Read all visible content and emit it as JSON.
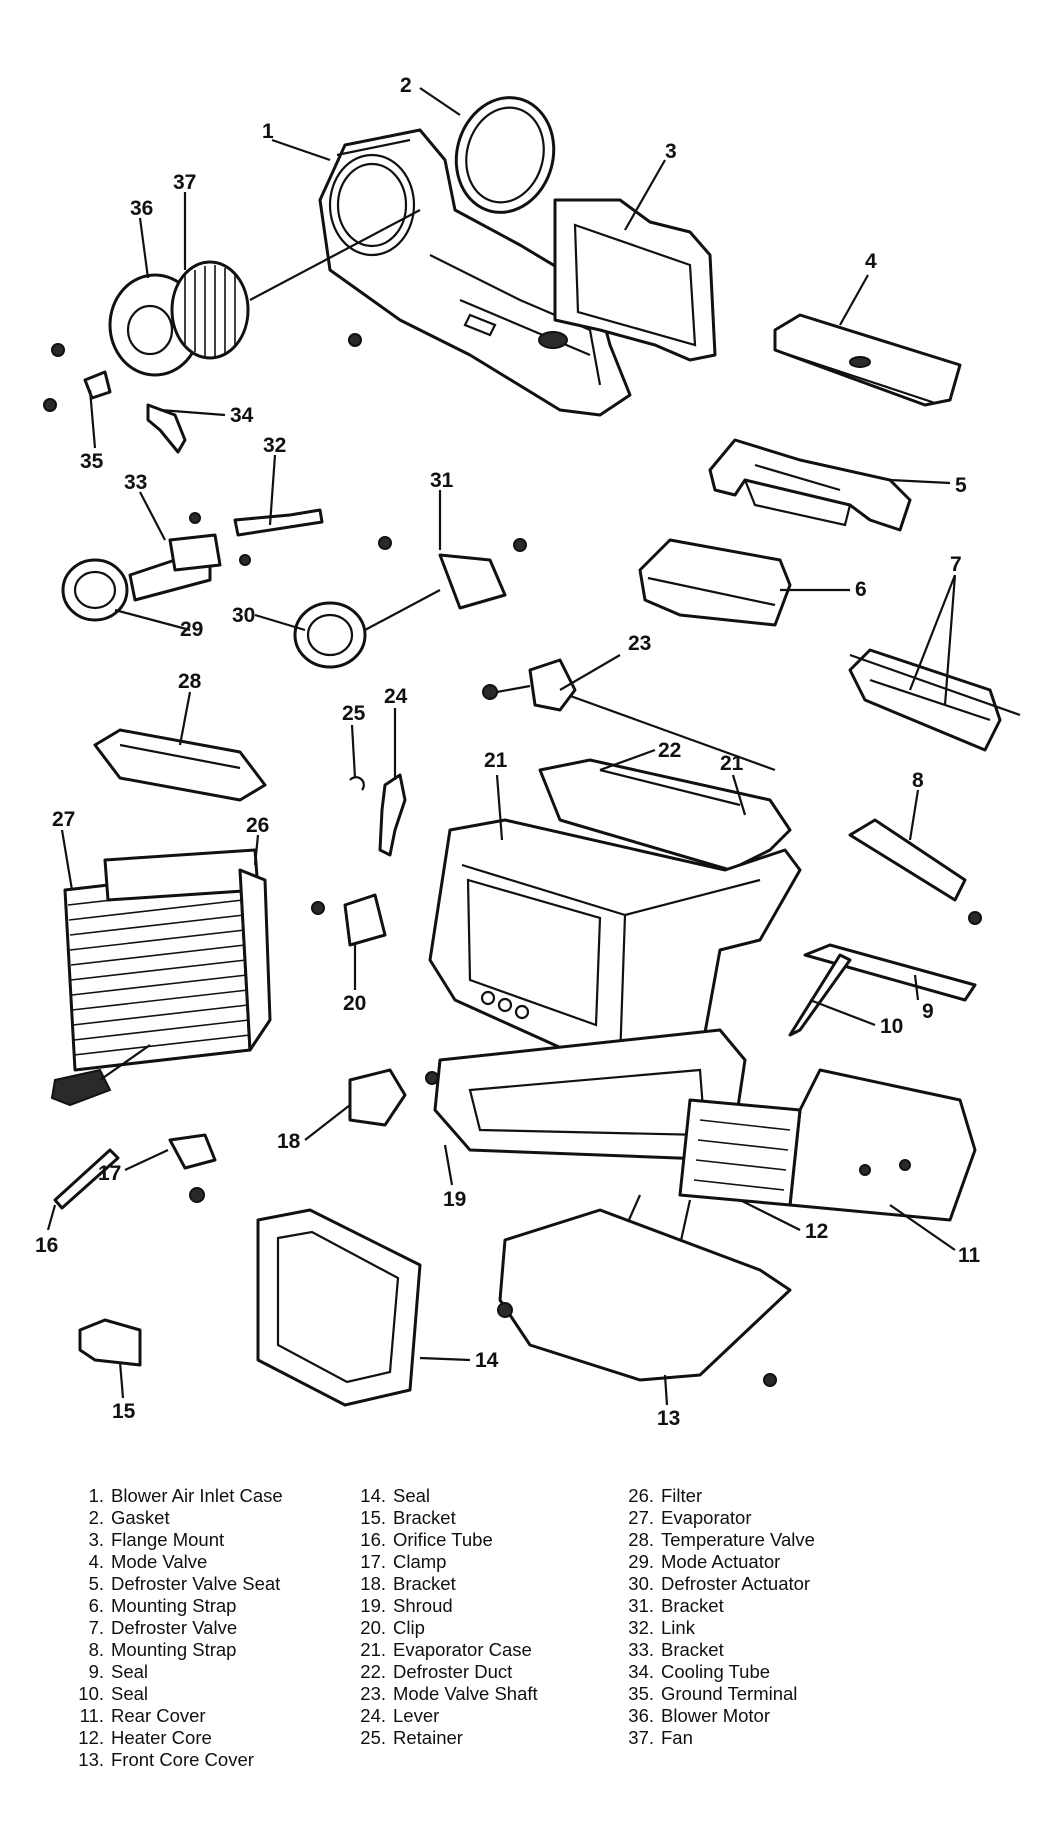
{
  "callouts": [
    "1",
    "2",
    "3",
    "4",
    "5",
    "6",
    "7",
    "8",
    "9",
    "10",
    "11",
    "12",
    "13",
    "14",
    "15",
    "16",
    "17",
    "18",
    "19",
    "20",
    "21",
    "22",
    "23",
    "24",
    "25",
    "26",
    "27",
    "28",
    "29",
    "30",
    "31",
    "32",
    "33",
    "34",
    "35",
    "36",
    "37"
  ],
  "legend": [
    [
      {
        "num": "1.",
        "name": "Blower Air Inlet Case"
      },
      {
        "num": "2.",
        "name": "Gasket"
      },
      {
        "num": "3.",
        "name": "Flange Mount"
      },
      {
        "num": "4.",
        "name": "Mode Valve"
      },
      {
        "num": "5.",
        "name": "Defroster Valve Seat"
      },
      {
        "num": "6.",
        "name": "Mounting Strap"
      },
      {
        "num": "7.",
        "name": "Defroster Valve"
      },
      {
        "num": "8.",
        "name": "Mounting Strap"
      },
      {
        "num": "9.",
        "name": "Seal"
      },
      {
        "num": "10.",
        "name": "Seal"
      },
      {
        "num": "11.",
        "name": "Rear Cover"
      },
      {
        "num": "12.",
        "name": "Heater Core"
      },
      {
        "num": "13.",
        "name": "Front Core Cover"
      }
    ],
    [
      {
        "num": "14.",
        "name": "Seal"
      },
      {
        "num": "15.",
        "name": "Bracket"
      },
      {
        "num": "16.",
        "name": "Orifice Tube"
      },
      {
        "num": "17.",
        "name": "Clamp"
      },
      {
        "num": "18.",
        "name": "Bracket"
      },
      {
        "num": "19.",
        "name": "Shroud"
      },
      {
        "num": "20.",
        "name": "Clip"
      },
      {
        "num": "21.",
        "name": "Evaporator Case"
      },
      {
        "num": "22.",
        "name": "Defroster Duct"
      },
      {
        "num": "23.",
        "name": "Mode Valve Shaft"
      },
      {
        "num": "24.",
        "name": "Lever"
      },
      {
        "num": "25.",
        "name": "Retainer"
      }
    ],
    [
      {
        "num": "26.",
        "name": "Filter"
      },
      {
        "num": "27.",
        "name": "Evaporator"
      },
      {
        "num": "28.",
        "name": "Temperature Valve"
      },
      {
        "num": "29.",
        "name": "Mode Actuator"
      },
      {
        "num": "30.",
        "name": "Defroster Actuator"
      },
      {
        "num": "31.",
        "name": "Bracket"
      },
      {
        "num": "32.",
        "name": "Link"
      },
      {
        "num": "33.",
        "name": "Bracket"
      },
      {
        "num": "34.",
        "name": "Cooling Tube"
      },
      {
        "num": "35.",
        "name": "Ground Terminal"
      },
      {
        "num": "36.",
        "name": "Blower Motor"
      },
      {
        "num": "37.",
        "name": "Fan"
      }
    ]
  ]
}
